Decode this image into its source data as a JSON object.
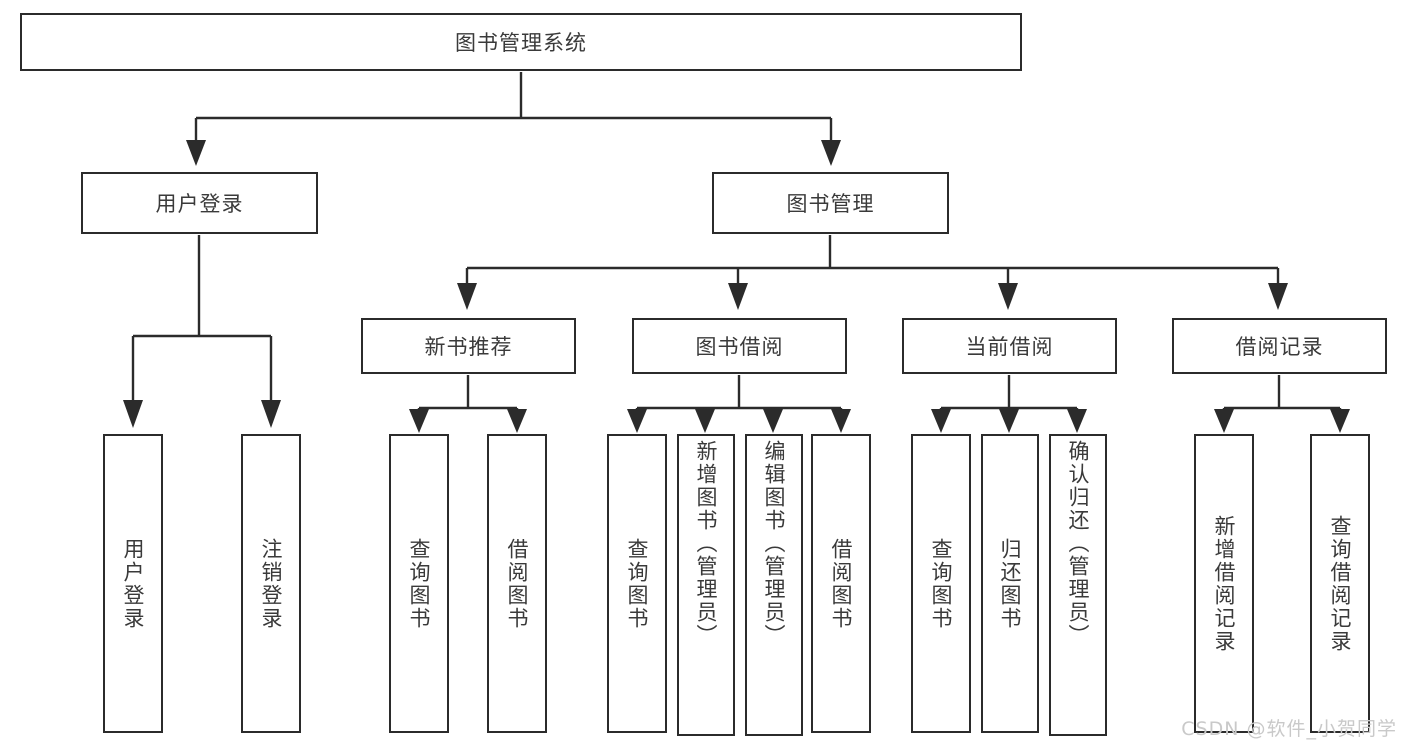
{
  "diagram": {
    "type": "tree",
    "title": "图书管理系统",
    "watermark": "CSDN @软件_小贺同学",
    "colors": {
      "background": "#ffffff",
      "box_fill": "#ffffff",
      "box_border": "#2b2b2b",
      "text": "#3a3a3a",
      "connector": "#2b2b2b",
      "watermark": "#c9c9c9"
    },
    "root": {
      "label": "图书管理系统"
    },
    "level2": [
      {
        "label": "用户登录"
      },
      {
        "label": "图书管理"
      }
    ],
    "level3": [
      {
        "label": "新书推荐"
      },
      {
        "label": "图书借阅"
      },
      {
        "label": "当前借阅"
      },
      {
        "label": "借阅记录"
      }
    ],
    "leaves": {
      "user_login": [
        {
          "label": "用户登录"
        },
        {
          "label": "注销登录"
        }
      ],
      "new_book": [
        {
          "label": "查询图书"
        },
        {
          "label": "借阅图书"
        }
      ],
      "book_borrow": [
        {
          "label": "查询图书"
        },
        {
          "label": "新增图书（管理员）"
        },
        {
          "label": "编辑图书（管理员）"
        },
        {
          "label": "借阅图书"
        }
      ],
      "current_borrow": [
        {
          "label": "查询图书"
        },
        {
          "label": "归还图书"
        },
        {
          "label": "确认归还（管理员）"
        }
      ],
      "borrow_record": [
        {
          "label": "新增借阅记录"
        },
        {
          "label": "查询借阅记录"
        }
      ]
    }
  }
}
